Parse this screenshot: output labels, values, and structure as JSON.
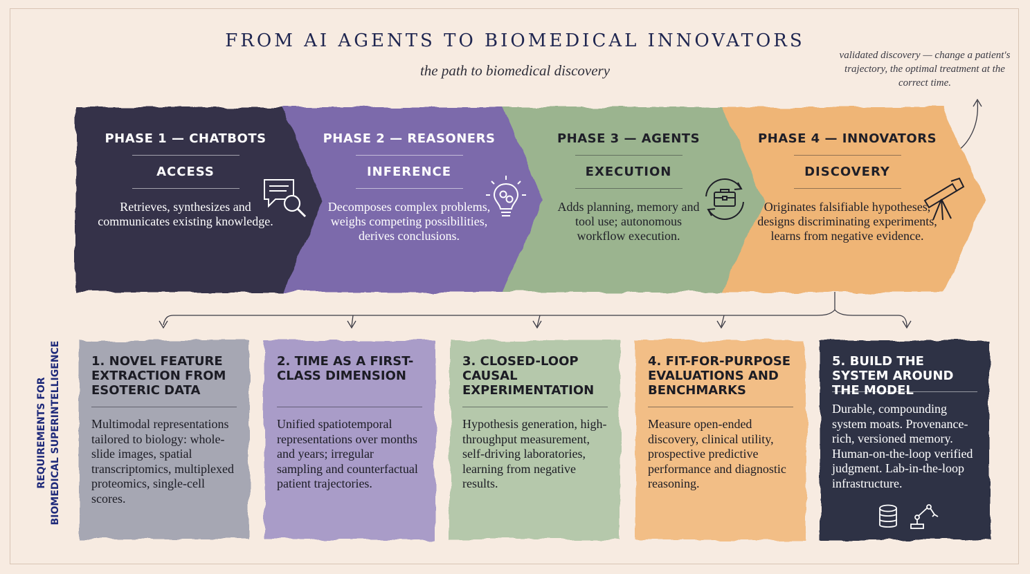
{
  "title": "FROM AI AGENTS TO BIOMEDICAL INNOVATORS",
  "subtitle": "the path to biomedical discovery",
  "note": "validated discovery — change a patient's trajectory, the optimal treatment at the correct time.",
  "colors": {
    "phase1": "#34324a",
    "phase2": "#7b6aab",
    "phase3": "#9bb48f",
    "phase4": "#efb576",
    "accent_navy": "#1f2650"
  },
  "phases": [
    {
      "title": "PHASE 1 — CHATBOTS",
      "keyword": "ACCESS",
      "description": "Retrieves, synthesizes and communicates existing knowledge.",
      "icon": "chat-search-icon"
    },
    {
      "title": "PHASE 2 — REASONERS",
      "keyword": "INFERENCE",
      "description": "Decomposes complex problems, weighs competing possibilities, derives conclusions.",
      "icon": "lightbulb-gears-icon"
    },
    {
      "title": "PHASE 3 — AGENTS",
      "keyword": "EXECUTION",
      "description": "Adds planning, memory and tool use; autonomous workflow execution.",
      "icon": "toolbox-cycle-icon"
    },
    {
      "title": "PHASE 4 — INNOVATORS",
      "keyword": "DISCOVERY",
      "description": "Originates falsifiable hypotheses, designs discriminating experiments, learns from negative evidence.",
      "icon": "telescope-icon"
    }
  ],
  "side_label": {
    "line1": "REQUIREMENTS FOR",
    "line2": "BIOMEDICAL SUPERINTELLIGENCE"
  },
  "requirements": [
    {
      "title": "1. NOVEL FEATURE EXTRACTION FROM ESOTERIC DATA",
      "body": "Multimodal representations tailored to biology: whole-slide images, spatial transcriptomics, multiplexed proteomics, single-cell scores."
    },
    {
      "title": "2. TIME AS A FIRST-CLASS DIMENSION",
      "body": "Unified spatiotemporal representations over months and years; irregular sampling and counterfactual patient trajectories."
    },
    {
      "title": "3. CLOSED-LOOP CAUSAL EXPERIMENTATION",
      "body": "Hypothesis generation, high-throughput measurement, self-driving laboratories, learning from negative results."
    },
    {
      "title": "4. FIT-FOR-PURPOSE EVALUATIONS AND BENCHMARKS",
      "body": "Measure open-ended discovery, clinical utility, prospective predictive performance and diagnostic reasoning."
    },
    {
      "title": "5. BUILD THE SYSTEM AROUND THE MODEL",
      "body": "Durable, compounding system moats. Provenance-rich, versioned memory. Human-on-the-loop verified judgment. Lab-in-the-loop infrastructure."
    }
  ]
}
